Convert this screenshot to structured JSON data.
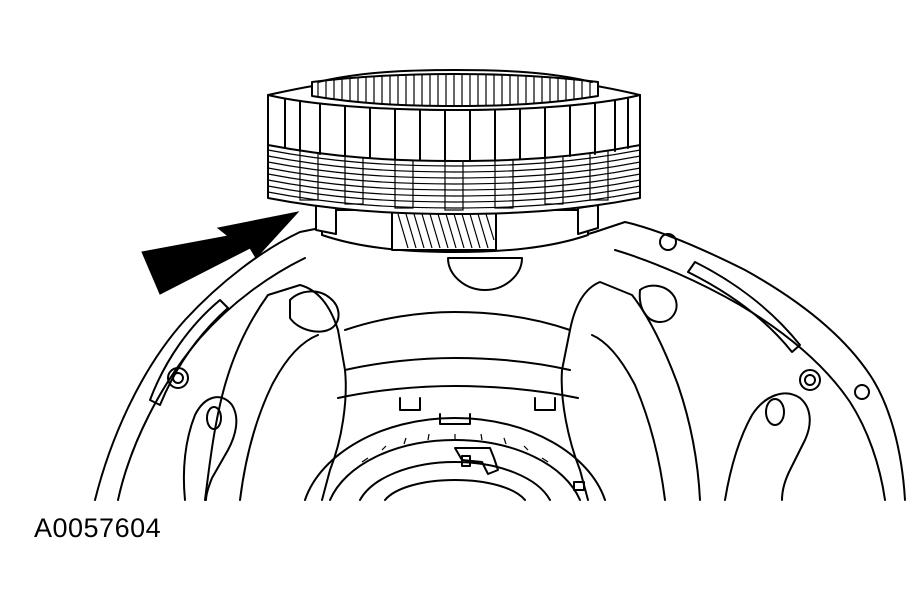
{
  "figure": {
    "id_label": "A0057604"
  },
  "parts": [
    "transmission-case",
    "clutch-pack",
    "arrow-indicator"
  ],
  "colors": {
    "line": "#000000",
    "background": "#ffffff"
  }
}
